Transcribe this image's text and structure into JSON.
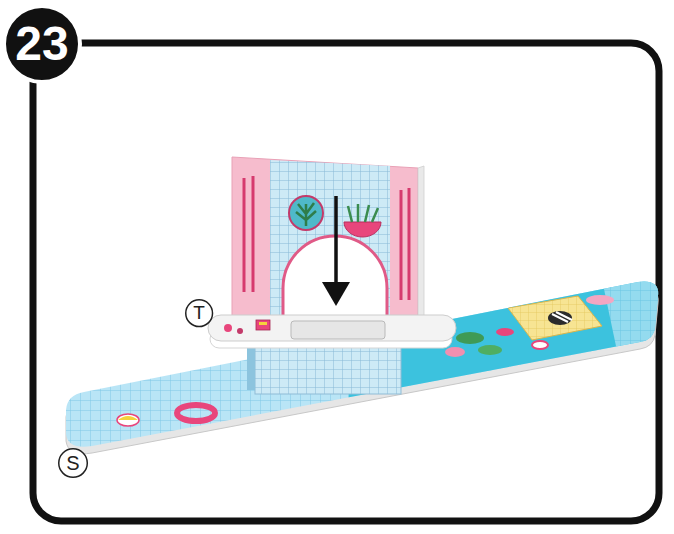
{
  "diagram": {
    "nodes": [
      {
        "text": [
          "23"
        ]
      },
      {
        "text": [
          "T"
        ]
      },
      {
        "text": [
          "S"
        ]
      }
    ]
  }
}
